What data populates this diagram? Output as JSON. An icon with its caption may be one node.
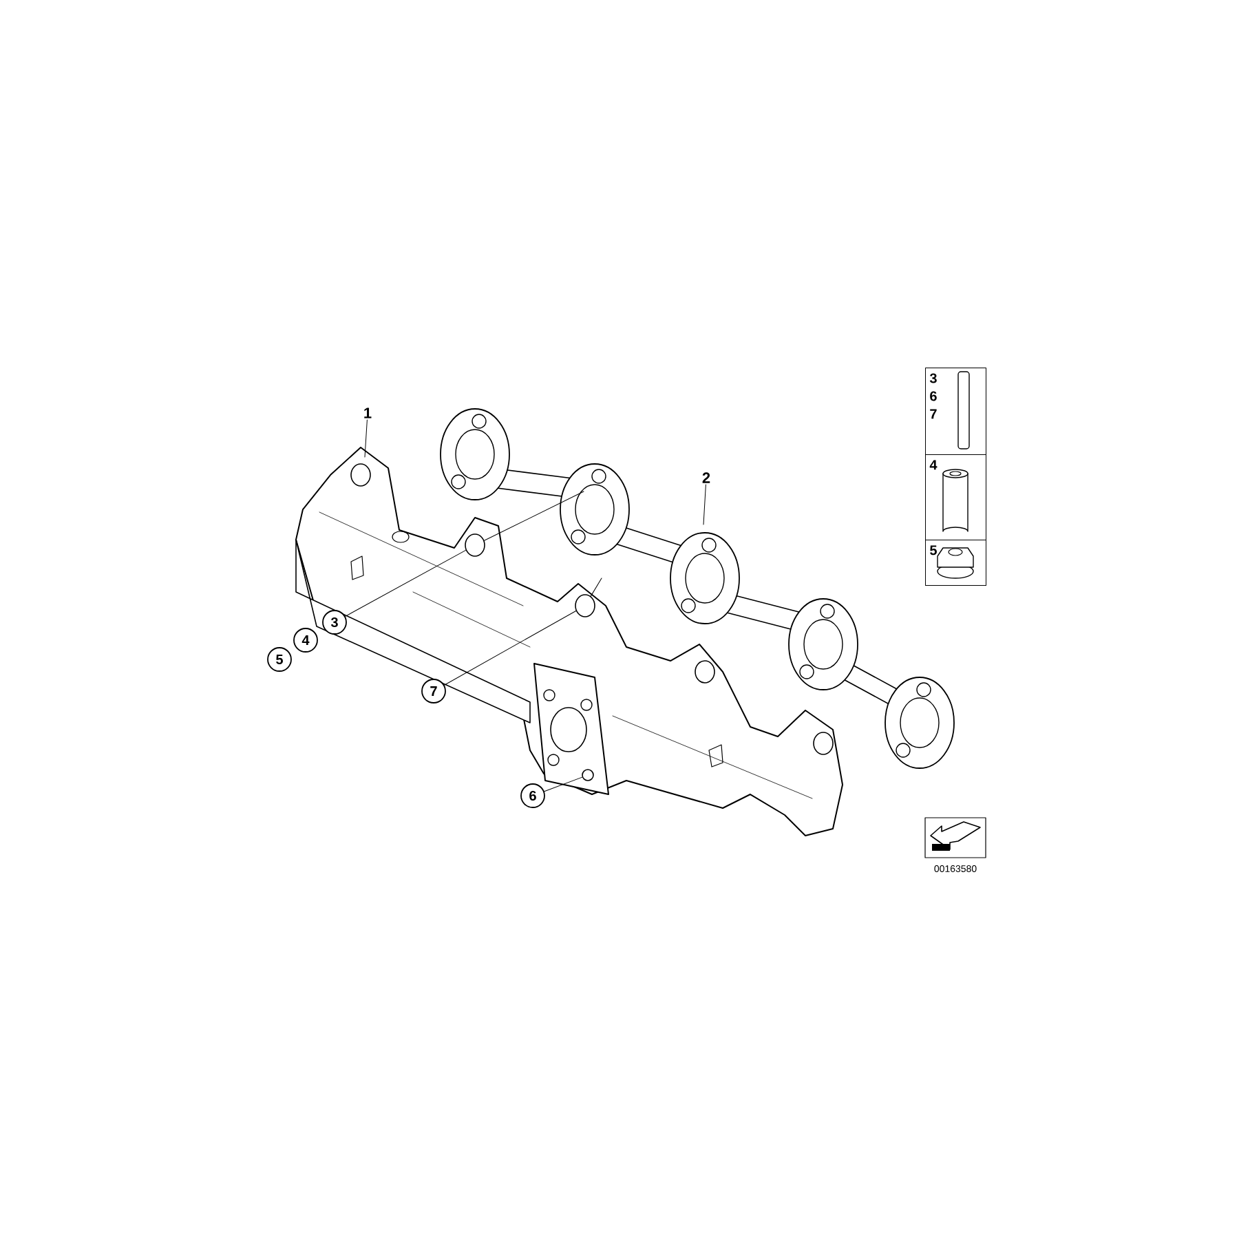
{
  "diagram": {
    "nodes": [
      {
        "text": [
          "1"
        ]
      },
      {
        "text": [
          "2"
        ]
      },
      {
        "text": [
          "3"
        ]
      },
      {
        "text": [
          "4"
        ]
      },
      {
        "text": [
          "5"
        ]
      },
      {
        "text": [
          "7"
        ]
      },
      {
        "text": [
          "6"
        ]
      },
      {
        "text": [
          "3",
          "6",
          "7"
        ]
      },
      {
        "text": [
          "4"
        ]
      },
      {
        "text": [
          "5"
        ]
      },
      {
        "text": [],
        "shape": "circle"
      },
      {
        "text": [],
        "shape": "circle"
      },
      {
        "text": [],
        "shape": "circle"
      }
    ],
    "edges": [
      {
        "from": 0,
        "to": null,
        "arrow": "none"
      },
      {
        "from": 1,
        "to": null,
        "arrow": "none"
      },
      {
        "from": 2,
        "to": 10,
        "arrow": "none"
      },
      {
        "from": 5,
        "to": 11,
        "arrow": "none"
      },
      {
        "from": 6,
        "to": 12,
        "arrow": "none"
      },
      {
        "from": 10,
        "to": null,
        "arrow": "none"
      },
      {
        "from": 11,
        "to": null,
        "arrow": "none"
      }
    ],
    "labels": [
      "00163580"
    ]
  }
}
